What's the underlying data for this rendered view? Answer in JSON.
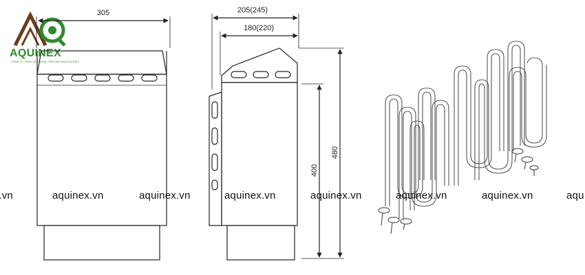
{
  "logo": {
    "brand": "AQUINEX",
    "tagline": "CÔNG TY TNHH XÂY DỰNG THƯƠNG MẠI AQUINEX"
  },
  "front_view": {
    "width_label": "305"
  },
  "side_view": {
    "outer_width_label": "205(245)",
    "inner_width_label": "180(220)",
    "body_height_label": "400",
    "total_height_label": "480"
  },
  "watermarks": [
    {
      "text": "r.vn"
    },
    {
      "text": "aquinex.vn"
    },
    {
      "text": "aquinex.vn"
    },
    {
      "text": "aquinex.vn"
    },
    {
      "text": "aquinex.vn"
    },
    {
      "text": "aquinex.vn"
    },
    {
      "text": "aquinex.vn"
    },
    {
      "text": "aqu"
    }
  ],
  "colors": {
    "line": "#222222",
    "heater_tube": "#555555",
    "logo_green": "#2e8b2e",
    "logo_brown": "#6b3d1e"
  }
}
